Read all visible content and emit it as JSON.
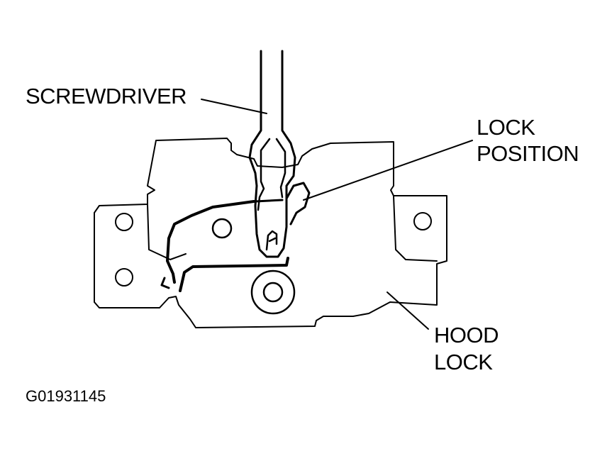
{
  "labels": {
    "screwdriver": "SCREWDRIVER",
    "lock_position_line1": "LOCK",
    "lock_position_line2": "POSITION",
    "hood_lock_line1": "HOOD",
    "hood_lock_line2": "LOCK"
  },
  "figure_code": "G01931145",
  "colors": {
    "ink": "#000000",
    "paper": "#ffffff"
  }
}
